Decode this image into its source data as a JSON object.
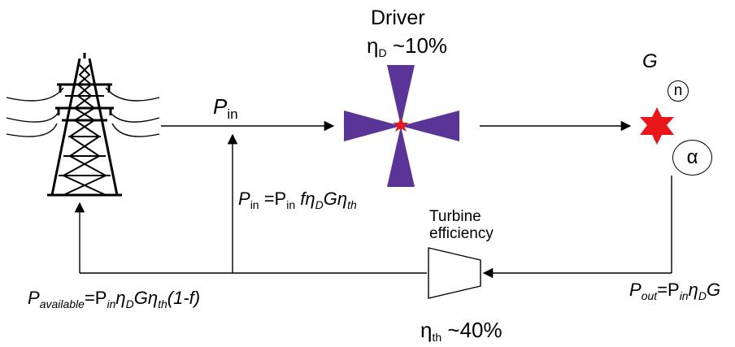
{
  "driver": {
    "title": "Driver",
    "eff_sym": "η",
    "eff_sub": "D",
    "eff_val": " ~10%"
  },
  "gain": {
    "label": "G",
    "n_label": "n",
    "alpha_label": "α"
  },
  "pin": {
    "sym": "P",
    "sub": "in"
  },
  "turbine": {
    "line1": "Turbine",
    "line2": "efficiency",
    "eff_sym": "η",
    "eff_sub": "th",
    "eff_val": " ~40%"
  },
  "eq_pin": {
    "p1": "P",
    "s1": "in",
    "eq": " =P",
    "s2": "in",
    "f": " f",
    "eta1": "η",
    "d": "D",
    "g": "G",
    "eta2": "η",
    "th": "th"
  },
  "eq_pout": {
    "p": "P",
    "s_out": "out",
    "eq": "=P",
    "s_in": "in",
    "eta": "η",
    "d": "D",
    "g": "G"
  },
  "eq_pavail": {
    "p": "P",
    "s_av": "available",
    "eq": "=P",
    "s_in": "in",
    "eta1": "η",
    "d": "D",
    "g": "G",
    "eta2": "η",
    "th": "th",
    "tail": "(1-f)"
  },
  "colors": {
    "driver": "#5b3497",
    "gain_star": "#e8151b",
    "lines": "#000000"
  }
}
